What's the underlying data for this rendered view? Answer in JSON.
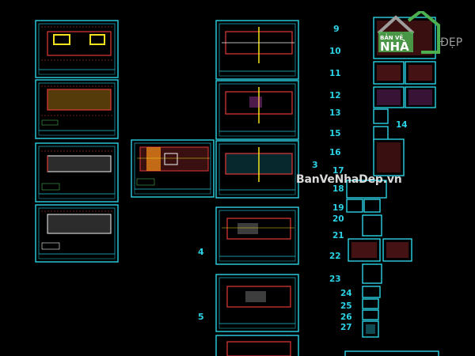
{
  "watermark": {
    "text": "BanVeNhaDep.vn",
    "logo_line1": "BẢN VẼ",
    "logo_nha": "NHÀ",
    "logo_dep": "ĐẸP",
    "logo_green": "#4caf50",
    "logo_gray": "#9e9e9e"
  },
  "sheet_numbers": [
    {
      "label": "3"
    },
    {
      "label": "4"
    },
    {
      "label": "5"
    },
    {
      "label": "9"
    },
    {
      "label": "10"
    },
    {
      "label": "11"
    },
    {
      "label": "12"
    },
    {
      "label": "13"
    },
    {
      "label": "14"
    },
    {
      "label": "15"
    },
    {
      "label": "16"
    },
    {
      "label": "17"
    },
    {
      "label": "18"
    },
    {
      "label": "19"
    },
    {
      "label": "20"
    },
    {
      "label": "21"
    },
    {
      "label": "22"
    },
    {
      "label": "23"
    },
    {
      "label": "24"
    },
    {
      "label": "25"
    },
    {
      "label": "26"
    },
    {
      "label": "27"
    }
  ],
  "colors": {
    "background": "#000000",
    "frame": "#2bd3e6",
    "wall_red": "#e23a3a",
    "dim_yellow": "#f3e21b",
    "white": "#f4f4f4",
    "orange": "#f08a1a",
    "magenta": "#e04bd6"
  }
}
